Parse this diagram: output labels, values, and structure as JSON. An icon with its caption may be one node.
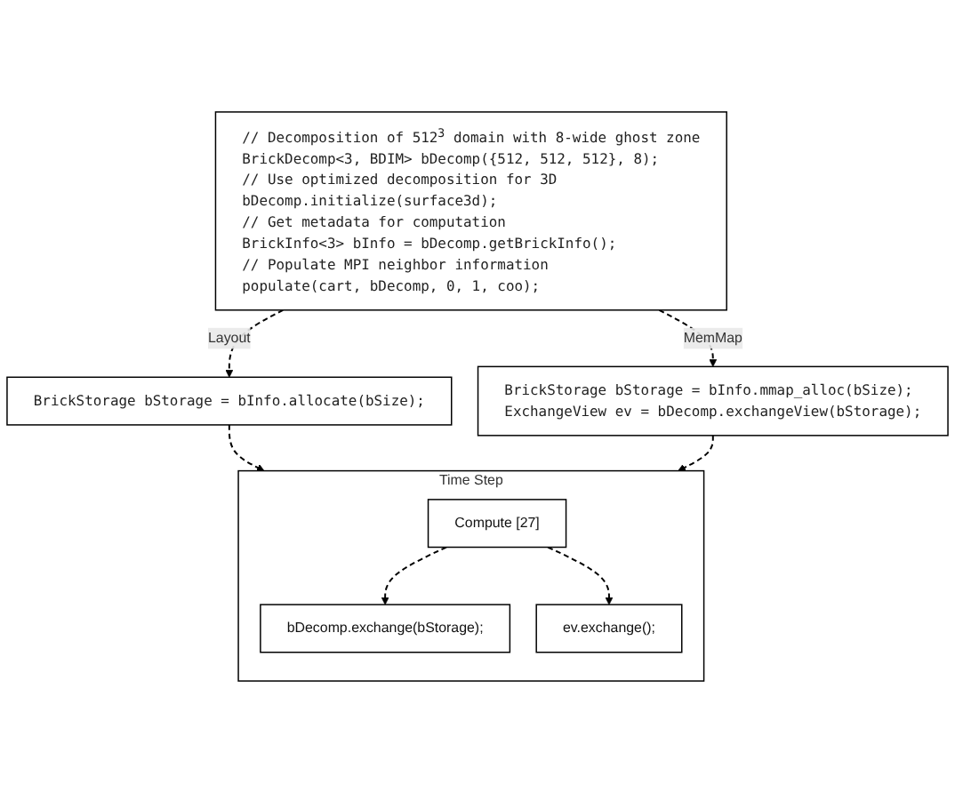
{
  "diagram": {
    "nodes": [
      {
        "text": [
          "// Decomposition of 512$^{3}$ domain with 8-wide ghost zone",
          "BrickDecomp<3, BDIM> bDecomp({512, 512, 512}, 8);",
          "// Use optimized decomposition for 3D",
          "bDecomp.initialize(surface3d);",
          "// Get metadata for computation",
          "BrickInfo<3> bInfo = bDecomp.getBrickInfo();",
          "// Populate MPI neighbor information",
          "populate(cart, bDecomp, 0, 1, coo);"
        ]
      },
      {
        "text": [
          "BrickStorage bStorage = bInfo.allocate(bSize);"
        ]
      },
      {
        "text": [
          "BrickStorage bStorage = bInfo.mmap_alloc(bSize);",
          "ExchangeView ev = bDecomp.exchangeView(bStorage);"
        ]
      },
      {
        "text": [
          "Time Step"
        ]
      },
      {
        "text": [
          "Compute [27]"
        ],
        "in": 3
      },
      {
        "text": [
          "bDecomp.exchange(bStorage);"
        ],
        "in": 3
      },
      {
        "text": [
          "ev.exchange();"
        ],
        "in": 3
      }
    ],
    "edges": [
      {
        "from": 0,
        "to": 1,
        "arrow": "to",
        "label": "Layout",
        "style": "dashed"
      },
      {
        "from": 0,
        "to": 2,
        "arrow": "to",
        "label": "MemMap",
        "style": "dashed"
      },
      {
        "from": 1,
        "to": 3,
        "arrow": "to",
        "style": "dashed"
      },
      {
        "from": 2,
        "to": 3,
        "arrow": "to",
        "style": "dashed"
      },
      {
        "from": 4,
        "to": 5,
        "arrow": "to",
        "style": "dashed"
      },
      {
        "from": 4,
        "to": 6,
        "arrow": "to",
        "style": "dashed"
      }
    ]
  }
}
